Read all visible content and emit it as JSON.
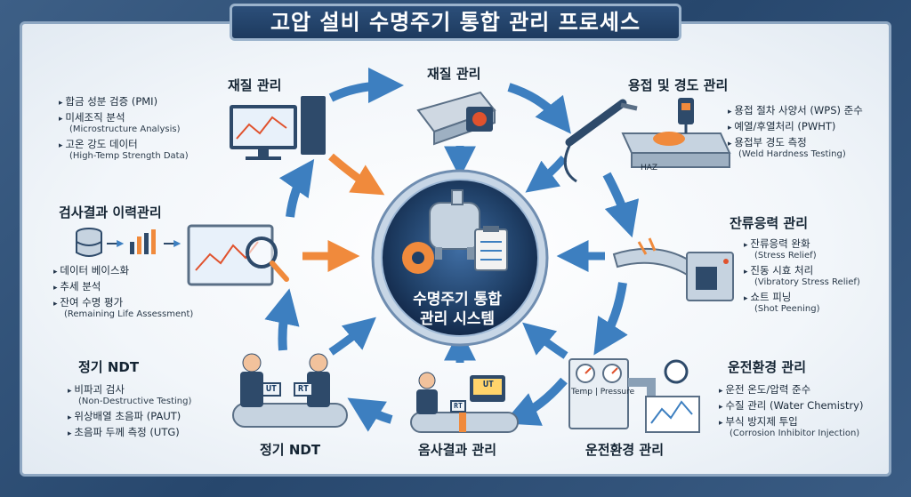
{
  "title": "고압 설비 수명주기 통합 관리 프로세스",
  "center": {
    "line1": "수명주기 통합",
    "line2": "관리 시스템"
  },
  "sections": {
    "material_left": {
      "label": "재질 관리",
      "items": [
        {
          "ko": "합금 성분 검증 (PMI)",
          "en": ""
        },
        {
          "ko": "미세조직 분석",
          "en": "(Microstructure Analysis)"
        },
        {
          "ko": "고온 강도 데이터",
          "en": "(High-Temp Strength Data)"
        }
      ]
    },
    "material_top": {
      "label": "재질 관리"
    },
    "welding": {
      "label": "용접 및 경도 관리",
      "haz": "HAZ",
      "items": [
        {
          "ko": "용접 절차 사양서 (WPS) 준수",
          "en": ""
        },
        {
          "ko": "예열/후열처리 (PWHT)",
          "en": ""
        },
        {
          "ko": "용접부 경도 측정",
          "en": "(Weld Hardness Testing)"
        }
      ]
    },
    "residual": {
      "label": "잔류응력 관리",
      "items": [
        {
          "ko": "잔류응력 완화",
          "en": "(Stress Relief)"
        },
        {
          "ko": "진동 시효 처리",
          "en": "(Vibratory Stress Relief)"
        },
        {
          "ko": "쇼트 피닝",
          "en": "(Shot Peening)"
        }
      ]
    },
    "operation": {
      "label": "운전환경 관리",
      "bottom_label": "운전환경 관리",
      "gauge_label": "Temp | Pressure",
      "items": [
        {
          "ko": "운전 온도/압력 준수",
          "en": ""
        },
        {
          "ko": "수질 관리 (Water Chemistry)",
          "en": ""
        },
        {
          "ko": "부식 방지제 투입",
          "en": "(Corrosion Inhibitor Injection)"
        }
      ]
    },
    "inspection_bottom": {
      "label": "옴사결과 관리",
      "tag": "UT",
      "tag2": "RT"
    },
    "ndt_bottom": {
      "label": "정기 NDT",
      "tag1": "UT",
      "tag2": "RT"
    },
    "ndt_left": {
      "label": "정기 NDT",
      "items": [
        {
          "ko": "비파괴 검사",
          "en": "(Non-Destructive Testing)"
        },
        {
          "ko": "위상배열 초음파 (PAUT)",
          "en": ""
        },
        {
          "ko": "초음파 두께 측정 (UTG)",
          "en": ""
        }
      ]
    },
    "history": {
      "label": "검사결과 이력관리",
      "items": [
        {
          "ko": "데이터 베이스화",
          "en": ""
        },
        {
          "ko": "추세 분석",
          "en": ""
        },
        {
          "ko": "잔여 수명 평가",
          "en": "(Remaining Life Assessment)"
        }
      ]
    }
  },
  "colors": {
    "navy": "#1d3a5e",
    "arrow": "#3d7fc0",
    "orange_arrow": "#f08a3c"
  }
}
